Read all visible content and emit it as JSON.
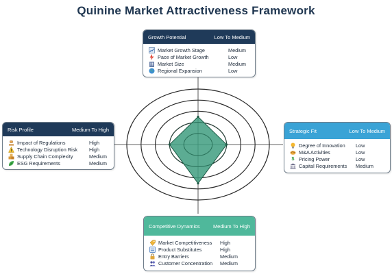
{
  "title": "Quinine Market Attractiveness Framework",
  "colors": {
    "title": "#1f3650",
    "header_dark": "#1f3a59",
    "header_blue": "#3aa3d6",
    "header_green": "#4fb89b",
    "radar_fill": "#3f9e80",
    "radar_stroke": "#1d5a45",
    "ring_stroke": "#2b2b2b"
  },
  "cards": {
    "growth": {
      "title": "Growth Potential",
      "rating": "Low To Medium",
      "items": [
        {
          "label": "Market Growth Stage",
          "value": "Medium",
          "icon": "chart-trend-icon"
        },
        {
          "label": "Pace of Market Growth",
          "value": "Low",
          "icon": "lightning-icon"
        },
        {
          "label": "Market Size",
          "value": "Medium",
          "icon": "building-icon"
        },
        {
          "label": "Regional Expansion",
          "value": "Low",
          "icon": "globe-icon"
        }
      ]
    },
    "risk": {
      "title": "Risk Profile",
      "rating": "Medium To High",
      "items": [
        {
          "label": "Impact of Regulations",
          "value": "High",
          "icon": "gavel-icon"
        },
        {
          "label": "Technology Disruption Risk",
          "value": "High",
          "icon": "warning-icon"
        },
        {
          "label": "Supply Chain Complexity",
          "value": "Medium",
          "icon": "boxes-icon"
        },
        {
          "label": "ESG Requirements",
          "value": "Medium",
          "icon": "leaf-icon"
        }
      ]
    },
    "strategic": {
      "title": "Strategic Fit",
      "rating": "Low To Medium",
      "items": [
        {
          "label": "Degree of Innovation",
          "value": "Low",
          "icon": "lightbulb-icon"
        },
        {
          "label": "M&A Activities",
          "value": "Low",
          "icon": "handshake-icon"
        },
        {
          "label": "Pricing Power",
          "value": "Low",
          "icon": "dollar-icon"
        },
        {
          "label": "Capital Requirements",
          "value": "Medium",
          "icon": "bank-icon"
        }
      ]
    },
    "competitive": {
      "title": "Competitive Dynamics",
      "rating": "Medium To High",
      "items": [
        {
          "label": "Market Competitiveness",
          "value": "High",
          "icon": "tag-icon"
        },
        {
          "label": "Product Substitutes",
          "value": "High",
          "icon": "swap-icon"
        },
        {
          "label": "Entry Barriers",
          "value": "Medium",
          "icon": "lock-icon"
        },
        {
          "label": "Customer Concentration",
          "value": "Medium",
          "icon": "users-icon"
        }
      ]
    }
  },
  "chart_data": {
    "type": "radar",
    "axes": [
      "Growth Potential",
      "Strategic Fit",
      "Competitive Dynamics",
      "Risk Profile"
    ],
    "rings": 5,
    "values": [
      2.5,
      2,
      3.5,
      2
    ]
  }
}
